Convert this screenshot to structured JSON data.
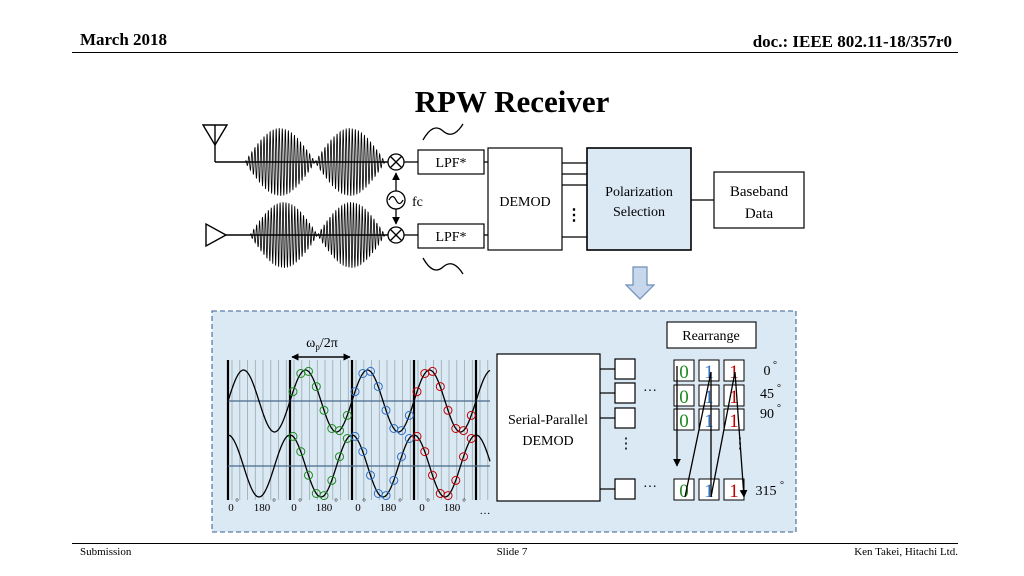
{
  "header": {
    "date": "March 2018",
    "doc": "doc.: IEEE 802.11-18/357r0"
  },
  "title": "RPW Receiver",
  "top": {
    "lpf_upper": "LPF*",
    "lpf_lower": "LPF*",
    "oscillator": "fc",
    "demod": "DEMOD",
    "polarization": [
      "Polarization",
      "Selection"
    ],
    "baseband": [
      "Baseband",
      "Data"
    ],
    "ellipsis": "⋮"
  },
  "bottom": {
    "period": "ωp/2π",
    "period_main": "ω",
    "period_sub": "p",
    "period_tail": "/2π",
    "serial_parallel": [
      "Serial-Parallel",
      "DEMOD"
    ],
    "rearrange": "Rearrange",
    "phase_labels": [
      "0",
      "180",
      "0",
      "180",
      "0",
      "180",
      "0",
      "180"
    ],
    "phase_more": "…",
    "deg_mark": "°",
    "rows": [
      {
        "bits": [
          "0",
          "1",
          "1"
        ],
        "angle": "0"
      },
      {
        "bits": [
          "0",
          "1",
          "1"
        ],
        "angle": "45"
      },
      {
        "bits": [
          "0",
          "1",
          "1"
        ],
        "angle": "90"
      },
      {
        "bits": [
          "0",
          "1",
          "1"
        ],
        "angle": "315"
      }
    ],
    "hellip": "…",
    "vellip": "⋮"
  },
  "colors": {
    "panel_fill": "#dbe9f5",
    "panel_border": "#5a7ea6",
    "bit_zero": "#1f8a1f",
    "bit_one": "#c00000",
    "bit_mid": "#2e6fc4",
    "arrow_fill": "#c8d8ec"
  },
  "footer": {
    "left": "Submission",
    "center": "Slide 7",
    "right": "Ken Takei, Hitachi Ltd."
  }
}
